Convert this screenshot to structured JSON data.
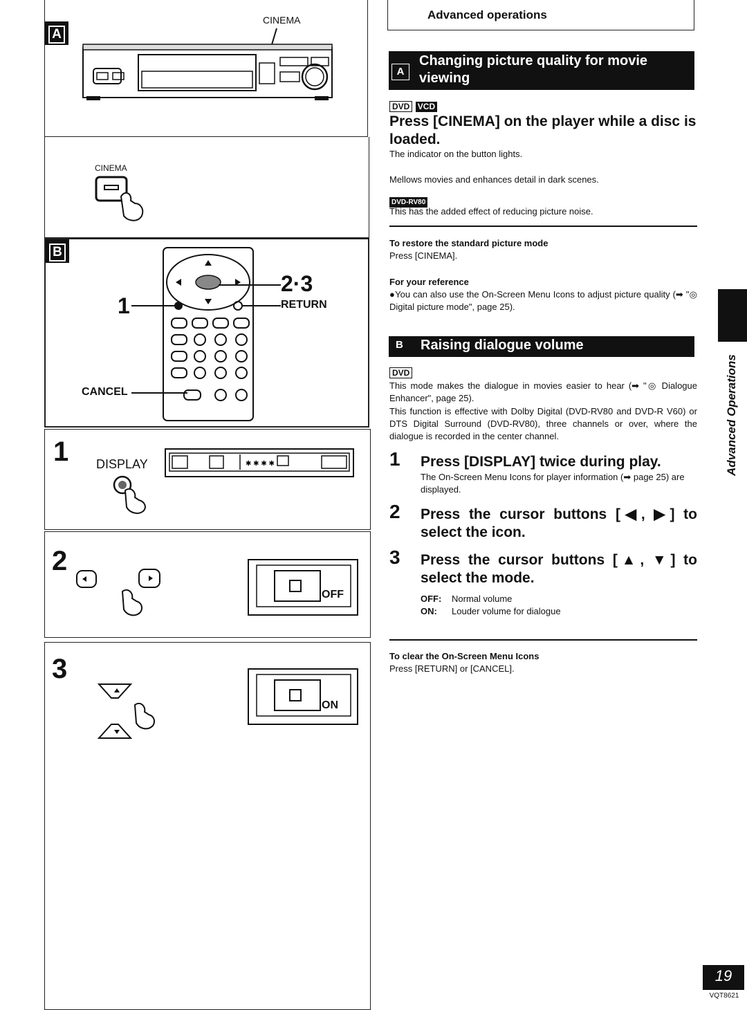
{
  "left": {
    "panel_a_label": "A",
    "panel_b_label": "B",
    "cinema_label_top": "CINEMA",
    "cinema_label_button": "CINEMA",
    "callout_23": "2·3",
    "callout_1": "1",
    "callout_return": "RETURN",
    "callout_cancel": "CANCEL",
    "step1_num": "1",
    "step1_display": "DISPLAY",
    "step2_num": "2",
    "step2_off": "OFF",
    "step3_num": "3",
    "step3_on": "ON"
  },
  "right": {
    "section_header": "Advanced operations",
    "a_badge": "A",
    "a_title": "Changing picture quality for movie viewing",
    "a_tag1": "DVD",
    "a_tag2": "VCD",
    "a_instruction": "Press [CINEMA] on the player while a disc is loaded.",
    "a_p1": "The indicator on the button lights.",
    "a_p2": "Mellows movies and enhances detail in dark scenes.",
    "a_tag3": "DVD-RV80",
    "a_p3": "This has the added effect of reducing picture noise.",
    "restore_title": "To restore the standard picture mode",
    "restore_text": "Press [CINEMA].",
    "ref_title": "For your reference",
    "ref_text": "●You can also use the On-Screen Menu Icons to adjust picture quality (➡ \"◎ Digital picture mode\", page 25).",
    "b_badge": "B",
    "b_title": "Raising dialogue volume",
    "b_tag": "DVD",
    "b_p1": "This mode makes the dialogue in movies easier to hear (➡ \"◎ Dialogue Enhancer\", page 25).",
    "b_p2": "This function is effective with Dolby Digital (DVD-RV80 and DVD-R V60) or DTS Digital Surround (DVD-RV80), three channels or over, where the dialogue is recorded in the center channel.",
    "steps": [
      {
        "num": "1",
        "title": "Press [DISPLAY] twice during play.",
        "note": "The On-Screen Menu Icons for player information (➡ page 25) are displayed."
      },
      {
        "num": "2",
        "title": "Press the cursor buttons [◀, ▶] to select the icon.",
        "note": ""
      },
      {
        "num": "3",
        "title": "Press the cursor buttons [▲, ▼] to select the mode.",
        "note": ""
      }
    ],
    "modes": [
      {
        "key": "OFF:",
        "value": "Normal volume"
      },
      {
        "key": "ON:",
        "value": "Louder volume for dialogue"
      }
    ],
    "clear_title": "To clear the On-Screen Menu Icons",
    "clear_text": "Press [RETURN] or [CANCEL].",
    "side_tab": "Advanced Operations",
    "page_number": "19",
    "doc_code": "VQT8621"
  }
}
